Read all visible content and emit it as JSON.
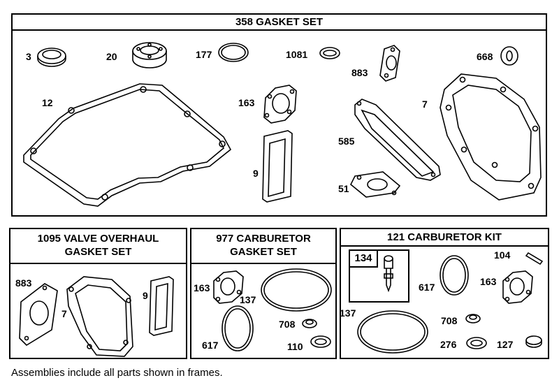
{
  "frames": {
    "main_title": "358 GASKET SET",
    "valve_title_line1": "1095 VALVE OVERHAUL",
    "valve_title_line2": "GASKET SET",
    "carb_gasket_title_line1": "977 CARBURETOR",
    "carb_gasket_title_line2": "GASKET SET",
    "carb_kit_title": "121 CARBURETOR KIT",
    "sub_frame_label": "134"
  },
  "main_parts": [
    "3",
    "20",
    "177",
    "1081",
    "668",
    "883",
    "12",
    "163",
    "7",
    "585",
    "9",
    "51"
  ],
  "valve_parts": [
    "883",
    "7",
    "9"
  ],
  "carb_gasket_parts": [
    "163",
    "137",
    "708",
    "617",
    "110"
  ],
  "carb_kit_parts": [
    "104",
    "617",
    "163",
    "137",
    "708",
    "276",
    "127"
  ],
  "footer": "Assemblies include all parts shown in frames."
}
